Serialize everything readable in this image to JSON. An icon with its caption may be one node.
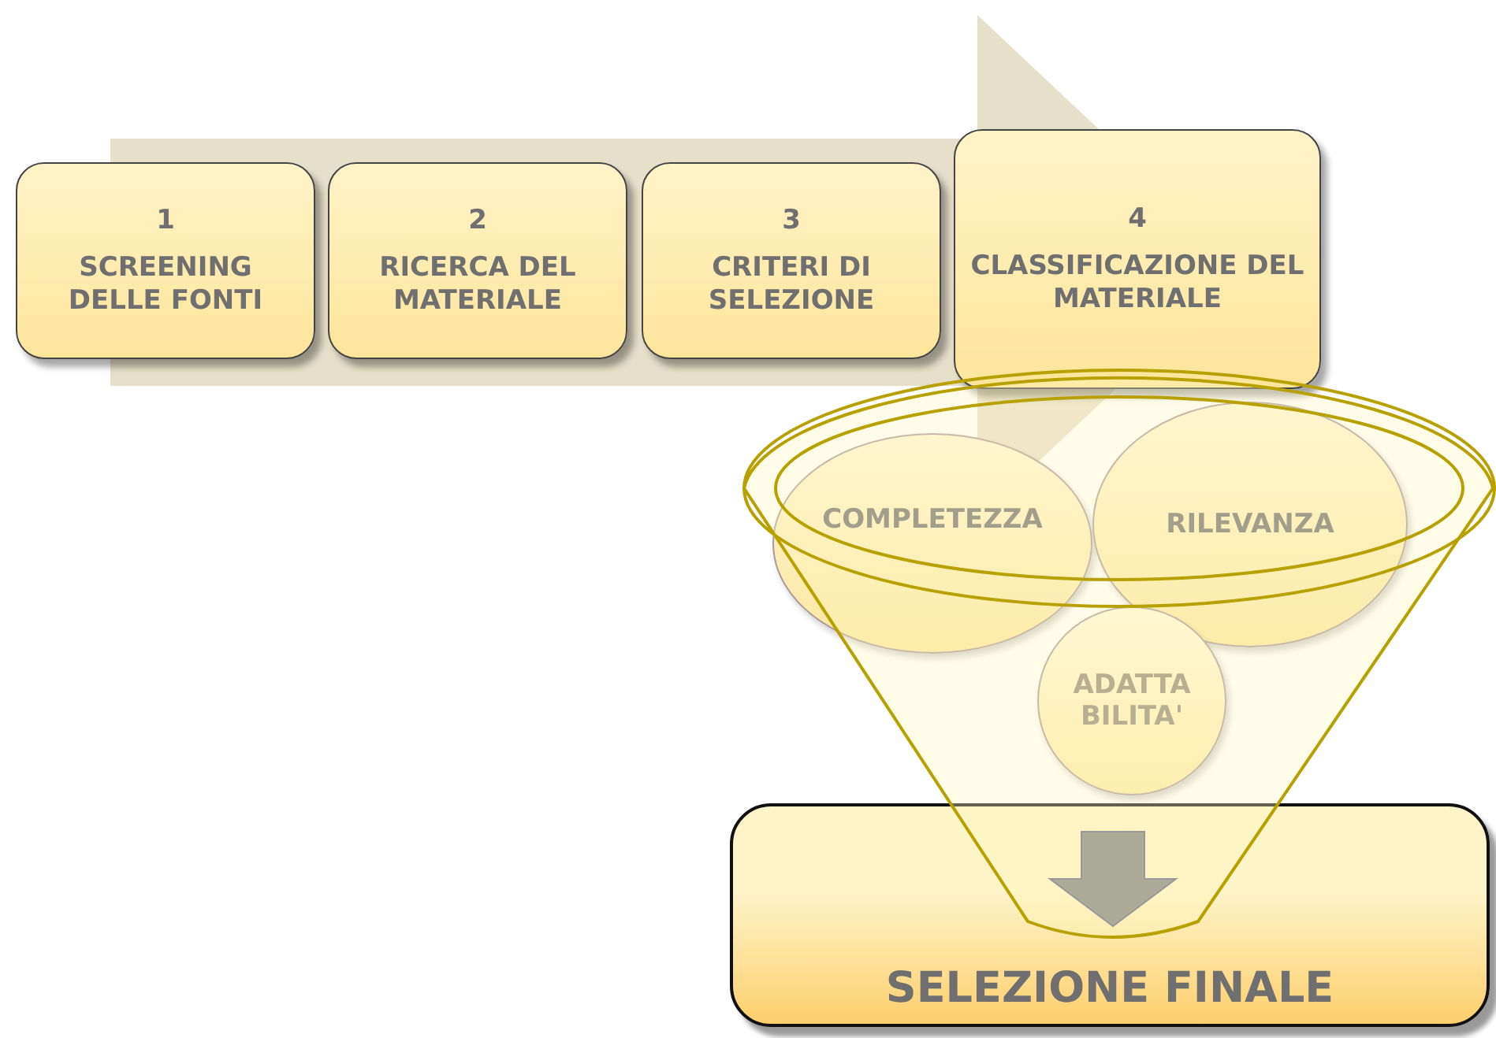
{
  "diagram": {
    "nodes": [
      {
        "text": [
          "1",
          "SCREENING DELLE FONTI"
        ]
      },
      {
        "text": [
          "2",
          "RICERCA DEL MATERIALE"
        ]
      },
      {
        "text": [
          "3",
          "CRITERI DI SELEZIONE"
        ]
      },
      {
        "text": [
          "4",
          "CLASSIFICAZIONE DEL MATERIALE"
        ]
      },
      {
        "text": [
          "COMPLETEZZA"
        ]
      },
      {
        "text": [
          "RILEVANZA"
        ]
      },
      {
        "text": [
          "ADATTA BILITA'"
        ]
      },
      {
        "text": [
          "SELEZIONE FINALE"
        ]
      }
    ],
    "edges": [
      {
        "from": 0,
        "to": 3,
        "arrow": "to",
        "style": "thick"
      }
    ]
  }
}
